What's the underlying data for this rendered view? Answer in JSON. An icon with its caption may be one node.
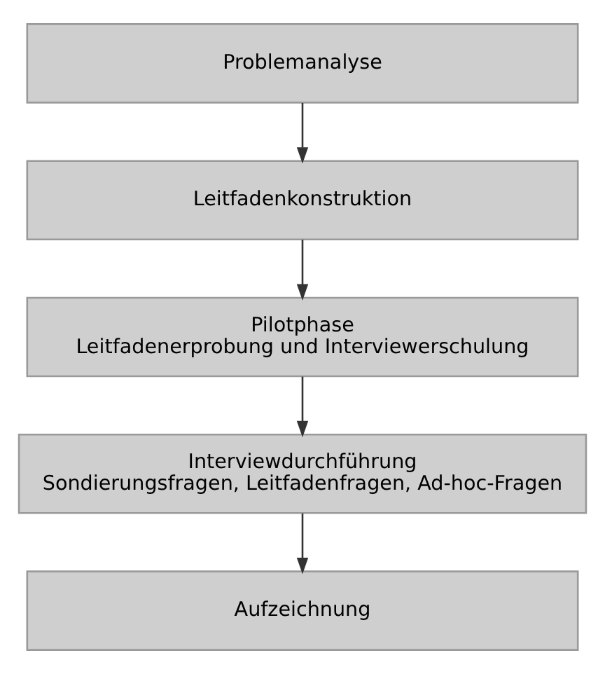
{
  "diagram": {
    "nodes": [
      {
        "text": [
          "Problemanalyse"
        ]
      },
      {
        "text": [
          "Leitfadenkonstruktion"
        ]
      },
      {
        "text": [
          "Pilotphase",
          "Leitfadenerprobung und Interviewerschulung"
        ]
      },
      {
        "text": [
          "Interviewdurchführung",
          "Sondierungsfragen, Leitfadenfragen, Ad-hoc-Fragen"
        ]
      },
      {
        "text": [
          "Aufzeichnung"
        ]
      }
    ],
    "edges": [
      {
        "from": 0,
        "to": 1,
        "arrow": "to"
      },
      {
        "from": 1,
        "to": 2,
        "arrow": "to"
      },
      {
        "from": 2,
        "to": 3,
        "arrow": "to"
      },
      {
        "from": 3,
        "to": 4,
        "arrow": "to"
      }
    ]
  }
}
